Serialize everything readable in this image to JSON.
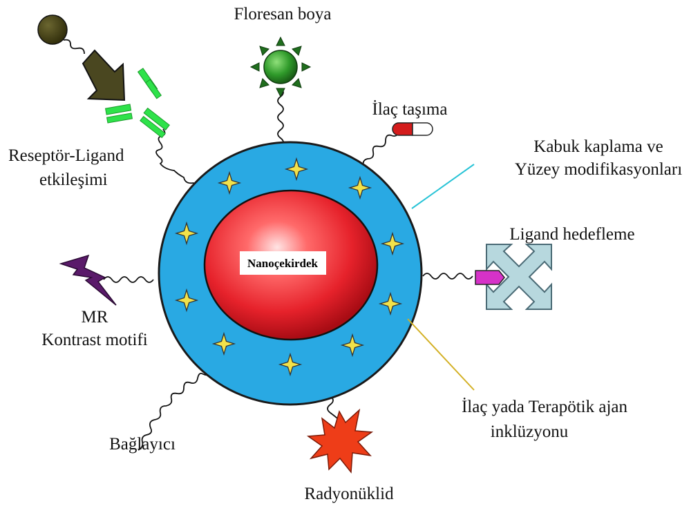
{
  "labels": {
    "fluorescent_dye": "Floresan boya",
    "drug_delivery": "İlaç taşıma",
    "receptor_ligand": [
      "Reseptör-Ligand",
      "etkileşimi"
    ],
    "shell_coating": [
      "Kabuk kaplama ve",
      "Yüzey modifikasyonları"
    ],
    "ligand_targeting": "Ligand hedefleme",
    "mr_contrast": [
      "MR",
      "Kontrast motifi"
    ],
    "drug_inclusion": [
      "İlaç yada Terapötik ajan",
      "inklüzyonu"
    ],
    "linker": "Bağlayıcı",
    "radionuclide": "Radyonüklid",
    "core": "Nanoçekirdek"
  },
  "colors": {
    "shell": "#29a9e3",
    "shell_outline": "#1a1a1a",
    "core": "#e6222b",
    "star": "#f2e24a",
    "fluorescent_sphere": "#2f9a2a",
    "fluorescent_rays": "#1f6e1d",
    "antibody": "#2ee24a",
    "arrow": "#4a4720",
    "ligand_ball": "#3d3a12",
    "capsule_red": "#d41c1c",
    "lightning": "#5a1a6a",
    "target_cross": "#b7d8de",
    "ligand_pointer": "#d632c8",
    "radionuclide": "#ee3d18",
    "shell_pointer_line": "#27c3d6",
    "inclusion_pointer_line": "#d3b024"
  },
  "icons": [
    "ligand-ball-icon",
    "arrow-icon",
    "antibody-icon",
    "fluorescent-sun-icon",
    "capsule-icon",
    "lightning-icon",
    "target-cross-icon",
    "radionuclide-burst-icon",
    "star-icon"
  ]
}
